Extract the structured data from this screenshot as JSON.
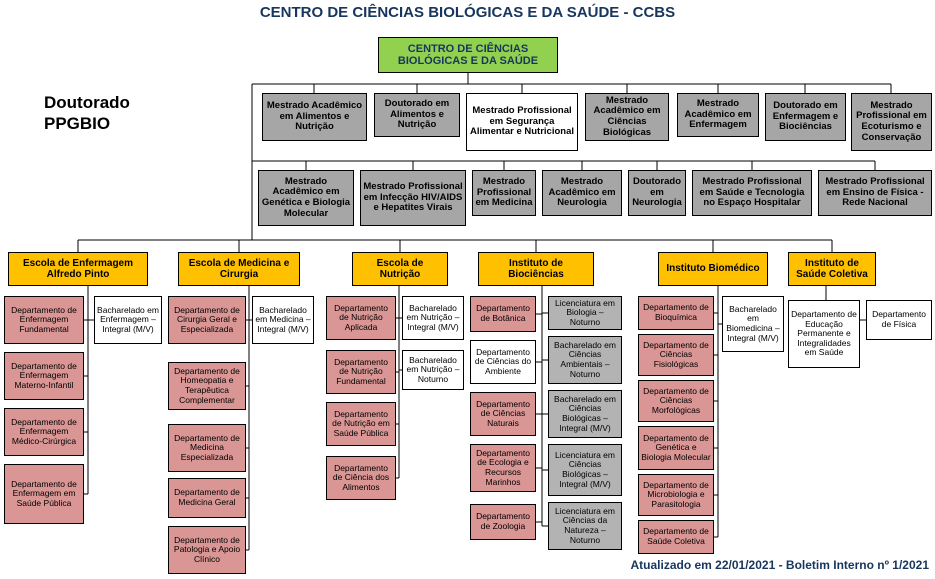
{
  "page": {
    "title": "CENTRO DE CIÊNCIAS BIOLÓGICAS E DA SAÚDE - CCBS",
    "side_label_line1": "Doutorado",
    "side_label_line2": "PPGBIO",
    "footer": "Atualizado em 22/01/2021 - Boletim Interno nº 1/2021"
  },
  "root": {
    "label": "CENTRO DE CIÊNCIAS BIOLÓGICAS E DA SAÚDE"
  },
  "colors": {
    "title": "#17365D",
    "root_fill": "#92D050",
    "program_fill": "#A6A6A6",
    "unit_fill": "#FFC000",
    "department_fill": "#D99694",
    "course_alt_fill": "#B3B3B3",
    "line": "#000000"
  },
  "programs_row1": [
    "Mestrado Acadêmico em Alimentos e Nutrição",
    "Doutorado em Alimentos e Nutrição",
    "Mestrado Profissional em Segurança Alimentar e Nutricional",
    "Mestrado Acadêmico em Ciências Biológicas",
    "Mestrado Acadêmico em Enfermagem",
    "Doutorado em Enfermagem e Biociências",
    "Mestrado Profissional em Ecoturismo e Conservação"
  ],
  "programs_row2": [
    "Mestrado Acadêmico em Genética e Biologia Molecular",
    "Mestrado Profissional em Infecção HIV/AIDS e Hepatites Virais",
    "Mestrado Profissional em Medicina",
    "Mestrado Acadêmico em Neurologia",
    "Doutorado em Neurologia",
    "Mestrado Profissional em Saúde e Tecnologia no Espaço Hospitalar",
    "Mestrado Profissional em Ensino de Física - Rede Nacional"
  ],
  "units": {
    "enfermagem": {
      "label": "Escola de Enfermagem Alfredo Pinto",
      "departments": [
        "Departamento de Enfermagem Fundamental",
        "Departamento de Enfermagem Materno-Infantil",
        "Departamento de Enfermagem Médico-Cirúrgica",
        "Departamento de Enfermagem em Saúde Pública"
      ],
      "courses": [
        "Bacharelado em Enfermagem – Integral (M/V)"
      ]
    },
    "medicina": {
      "label": "Escola de Medicina e Cirurgia",
      "departments": [
        "Departamento de Cirurgia Geral e Especializada",
        "Departamento de Homeopatia e Terapêutica Complementar",
        "Departamento de Medicina Especializada",
        "Departamento de Medicina Geral",
        "Departamento de Patologia e Apoio Clínico"
      ],
      "courses": [
        "Bacharelado em Medicina – Integral (M/V)"
      ]
    },
    "nutricao": {
      "label": "Escola de Nutrição",
      "departments": [
        "Departamento de Nutrição Aplicada",
        "Departamento de Nutrição Fundamental",
        "Departamento de Nutrição em Saúde Pública",
        "Departamento de Ciência dos Alimentos"
      ],
      "courses": [
        "Bacharelado em Nutrição – Integral (M/V)",
        "Bacharelado em Nutrição – Noturno"
      ]
    },
    "biociencias": {
      "label": "Instituto de Biociências",
      "departments": [
        "Departamento de Botânica",
        "Departamento de Ciências do Ambiente",
        "Departamento de Ciências Naturais",
        "Departamento de Ecologia e Recursos Marinhos",
        "Departamento de Zoologia"
      ],
      "courses": [
        "Licenciatura em Biologia – Noturno",
        "Bacharelado em Ciências Ambientais – Noturno",
        "Bacharelado em Ciências Biológicas – Integral (M/V)",
        "Licenciatura em Ciências Biológicas – Integral (M/V)",
        "Licenciatura em Ciências da Natureza – Noturno"
      ]
    },
    "biomedico": {
      "label": "Instituto Biomédico",
      "departments": [
        "Departamento de Bioquímica",
        "Departamento de Ciências Fisiológicas",
        "Departamento de Ciências Morfológicas",
        "Departamento de Genética e Biologia Molecular",
        "Departamento de Microbiologia e Parasitologia",
        "Departamento de Saúde Coletiva"
      ],
      "courses": [
        "Bacharelado em Biomedicina – Integral (M/V)"
      ]
    },
    "saude_coletiva": {
      "label": "Instituto de Saúde Coletiva",
      "departments": [
        "Departamento de Educação Permanente e Integralidades em Saúde",
        "Departamento de Física"
      ]
    }
  }
}
